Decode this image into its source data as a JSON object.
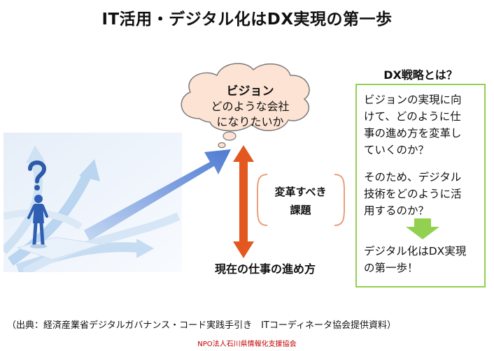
{
  "title": "IT活用・デジタル化はDX実現の第一歩",
  "vision": {
    "heading": "ビジョン",
    "line1": "どのような会社",
    "line2": "になりたいか"
  },
  "issue": {
    "line1": "変革すべき",
    "line2": "課題"
  },
  "current_work": "現在の仕事の進め方",
  "dx": {
    "heading": "DX戦略とは？",
    "paragraph1": "ビジョンの実現に向\nけて、どのように仕\n事の進め方を変革し\nていくのか？",
    "paragraph2": "そのため、デジタル\n技術をどのように活\n用するのか？",
    "paragraph3": "デジタル化はDX実現\nの第一歩！"
  },
  "source": "（出典：経済産業省デジタルガバナンス・コード実践手引き　ITコーディネータ協会提供資料）",
  "organization": "NPO法人石川県情報化支援協会",
  "colors": {
    "cloud_fill": "#fde3d3",
    "cloud_stroke": "#7a7a7a",
    "vertical_arrow": "#e2581e",
    "box_border": "#92d050",
    "green_arrow": "#92d050",
    "blue_arrow": "#5b84d6",
    "light_arrow": "#a9ccee",
    "org_text": "#c00000"
  },
  "icons": {
    "question": "question-mark-icon",
    "person": "person-figure-icon"
  }
}
